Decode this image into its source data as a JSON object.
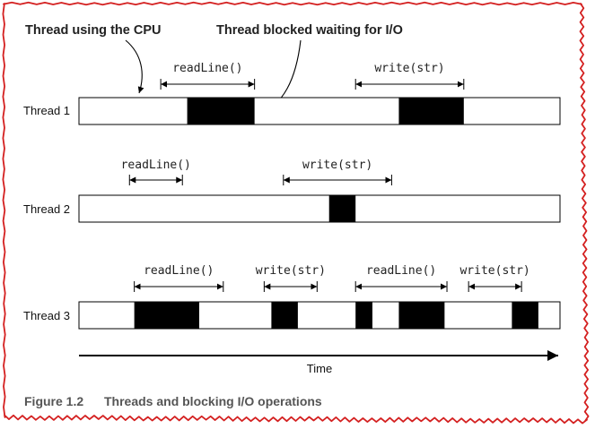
{
  "callouts": {
    "cpu": "Thread using the CPU",
    "blocked": "Thread blocked waiting for I/O"
  },
  "threads": [
    {
      "label": "Thread 1",
      "ops": [
        {
          "label": "readLine()",
          "start": 0.17,
          "end": 0.365
        },
        {
          "label": "write(str)",
          "start": 0.575,
          "end": 0.8
        }
      ]
    },
    {
      "label": "Thread 2",
      "ops": [
        {
          "label": "readLine()",
          "start": 0.105,
          "end": 0.215
        },
        {
          "label": "write(str)",
          "start": 0.425,
          "end": 0.65
        }
      ]
    },
    {
      "label": "Thread 3",
      "ops": [
        {
          "label": "readLine()",
          "start": 0.115,
          "end": 0.3
        },
        {
          "label": "write(str)",
          "start": 0.385,
          "end": 0.495
        },
        {
          "label": "readLine()",
          "start": 0.575,
          "end": 0.765
        },
        {
          "label": "write(str)",
          "start": 0.81,
          "end": 0.92
        }
      ]
    }
  ],
  "blocks": [
    [
      [
        0.225,
        0.365
      ],
      [
        0.665,
        0.8
      ]
    ],
    [
      [
        0.52,
        0.575
      ]
    ],
    [
      [
        0.115,
        0.25
      ],
      [
        0.4,
        0.455
      ],
      [
        0.575,
        0.61
      ],
      [
        0.665,
        0.76
      ],
      [
        0.9,
        0.955
      ]
    ]
  ],
  "axis": {
    "label": "Time"
  },
  "caption": {
    "number": "Figure 1.2",
    "title": "Threads and blocking I/O operations"
  },
  "colors": {
    "border": "#d42020",
    "block": "#000000",
    "line": "#000000"
  }
}
